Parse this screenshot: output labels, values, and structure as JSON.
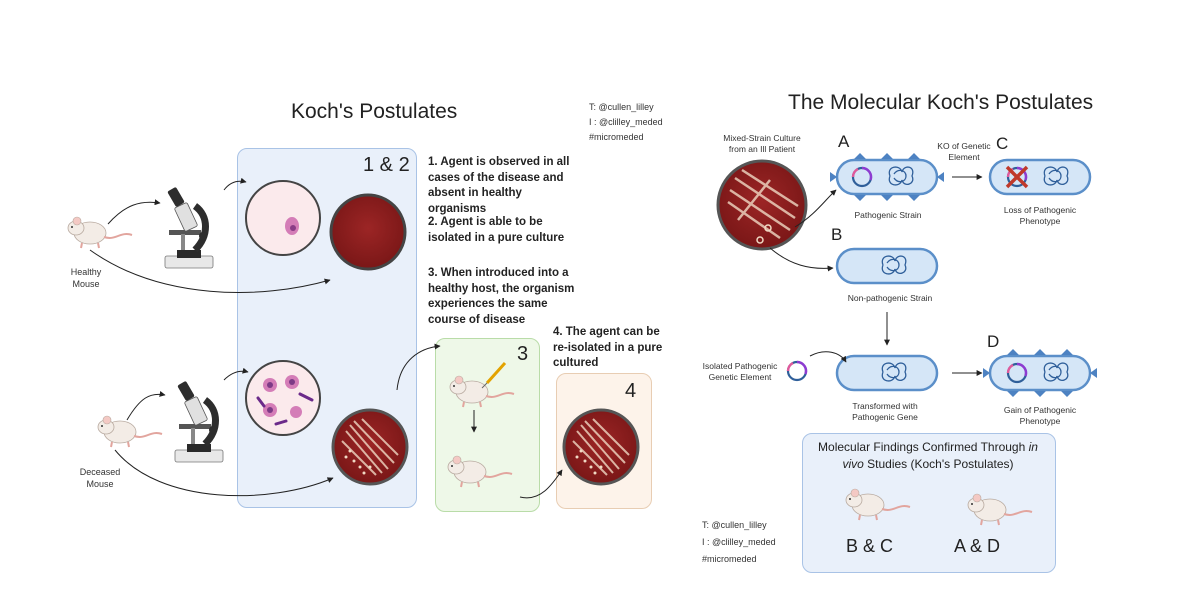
{
  "left": {
    "title": "Koch's Postulates",
    "credits": [
      "T: @cullen_lilley",
      "I : @clilley_meded",
      "#micromeded"
    ],
    "healthy_label": "Healthy\nMouse",
    "deceased_label": "Deceased\nMouse",
    "panel_12_label": "1 & 2",
    "panel_3_label": "3",
    "panel_4_label": "4",
    "steps": [
      "1. Agent is observed in all cases of the disease and absent in healthy organisms",
      "2. Agent is able to be isolated in a pure culture",
      "3. When introduced into a healthy host, the organism experiences the same course of disease",
      "4. The agent can be re-isolated in a pure cultured"
    ]
  },
  "right": {
    "title": "The Molecular Koch's Postulates",
    "mixed_culture": "Mixed-Strain Culture\nfrom an Ill Patient",
    "label_a": "A",
    "label_b": "B",
    "label_c": "C",
    "label_d": "D",
    "pathogenic_strain": "Pathogenic Strain",
    "nonpathogenic_strain": "Non-pathogenic Strain",
    "ko_element": "KO of Genetic\nElement",
    "loss_phenotype": "Loss of Pathogenic\nPhenotype",
    "isolated_element": "Isolated Pathogenic\nGenetic Element",
    "transformed": "Transformed with\nPathogenic Gene",
    "gain_phenotype": "Gain of Pathogenic\nPhenotype",
    "findings_pre": "Molecular Findings Confirmed Through ",
    "findings_italic": "in vivo",
    "findings_post": " Studies (Koch's Postulates)",
    "bc_label": "B & C",
    "ad_label": "A & D",
    "credits": [
      "T: @cullen_lilley",
      "I : @clilley_meded",
      "#micromeded"
    ]
  },
  "colors": {
    "panel_blue": "#e9f0fa",
    "panel_blue_border": "#a9c3e6",
    "panel_green": "#eef8e8",
    "panel_green_border": "#b9dca8",
    "panel_peach": "#fdf3ea",
    "panel_peach_border": "#e8cdb3",
    "agar_red": "#8e1f1f",
    "bacterium_fill": "#d5e6f7",
    "bacterium_border": "#5b8fc9"
  }
}
